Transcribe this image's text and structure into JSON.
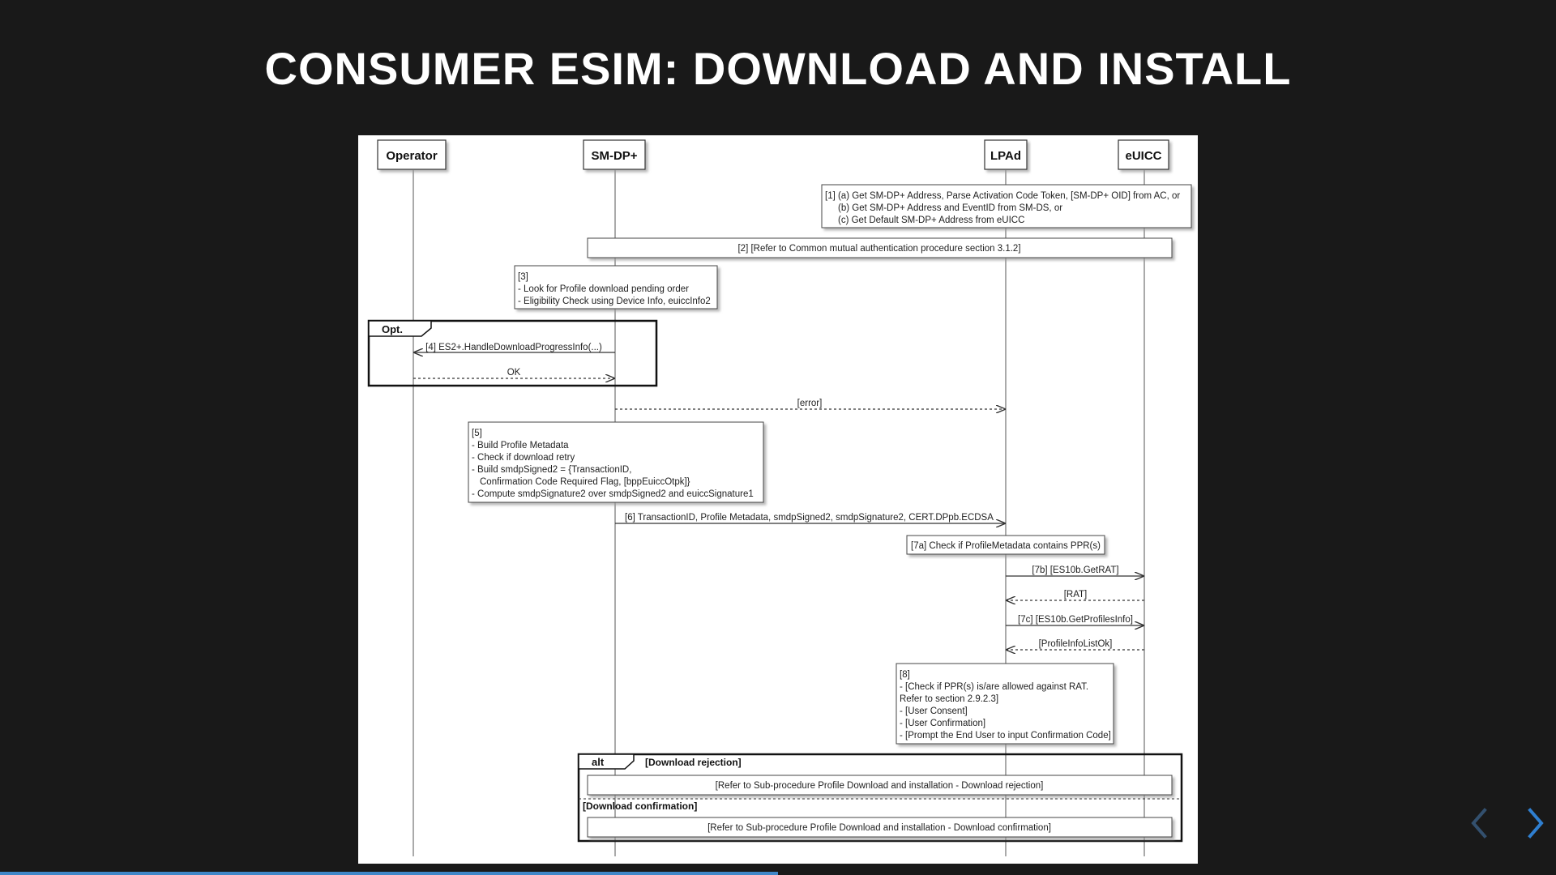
{
  "slide": {
    "title": "CONSUMER ESIM: DOWNLOAD AND INSTALL"
  },
  "diagram": {
    "participants": [
      "Operator",
      "SM-DP+",
      "LPAd",
      "eUICC"
    ],
    "notes": {
      "n1": [
        "[1] (a) Get SM-DP+ Address, Parse Activation Code Token, [SM-DP+ OID] from AC, or",
        "(b) Get SM-DP+ Address and EventID from SM-DS, or",
        "(c) Get Default SM-DP+ Address from eUICC"
      ],
      "n2": "[2] [Refer to Common mutual authentication procedure section 3.1.2]",
      "n3": [
        "[3]",
        "- Look for Profile download pending order",
        "- Eligibility Check using Device Info, euiccInfo2"
      ],
      "n5": [
        "[5]",
        "- Build Profile Metadata",
        "- Check if download retry",
        "- Build smdpSigned2 = {TransactionID,",
        "Confirmation Code Required Flag, [bppEuiccOtpk]}",
        "- Compute smdpSignature2 over smdpSigned2 and euiccSignature1"
      ],
      "n7a": "[7a] Check if ProfileMetadata contains PPR(s)",
      "n8": [
        "[8]",
        "- [Check if PPR(s) is/are allowed against RAT.",
        "Refer to section 2.9.2.3]",
        "- [User Consent]",
        "- [User Confirmation]",
        "- [Prompt the End User to input Confirmation Code]"
      ]
    },
    "opt": {
      "label": "Opt.",
      "msg4": "[4] ES2+.HandleDownloadProgressInfo(...)",
      "ok": "OK"
    },
    "messages": {
      "error": "[error]",
      "m6": "[6] TransactionID, Profile Metadata, smdpSigned2, smdpSignature2, CERT.DPpb.ECDSA",
      "m7b": "[7b] [ES10b.GetRAT]",
      "rat": "[RAT]",
      "m7c": "[7c] [ES10b.GetProfilesInfo]",
      "plok": "[ProfileInfoListOk]"
    },
    "alt": {
      "label": "alt",
      "guard1": "[Download rejection]",
      "ref1": "[Refer to Sub-procedure Profile Download and installation - Download rejection]",
      "guard2": "[Download confirmation]",
      "ref2": "[Refer to Sub-procedure Profile Download and installation - Download confirmation]"
    }
  },
  "navigation": {
    "prev_icon": "chevron-left-icon",
    "next_icon": "chevron-right-icon",
    "progress_fraction": 0.5
  },
  "colors": {
    "background": "#191919",
    "title": "#ffffff",
    "progress": "#3f87c8",
    "nav_arrow": "#2f7fd0",
    "nav_arrow_disabled": "#4a6a8a"
  }
}
